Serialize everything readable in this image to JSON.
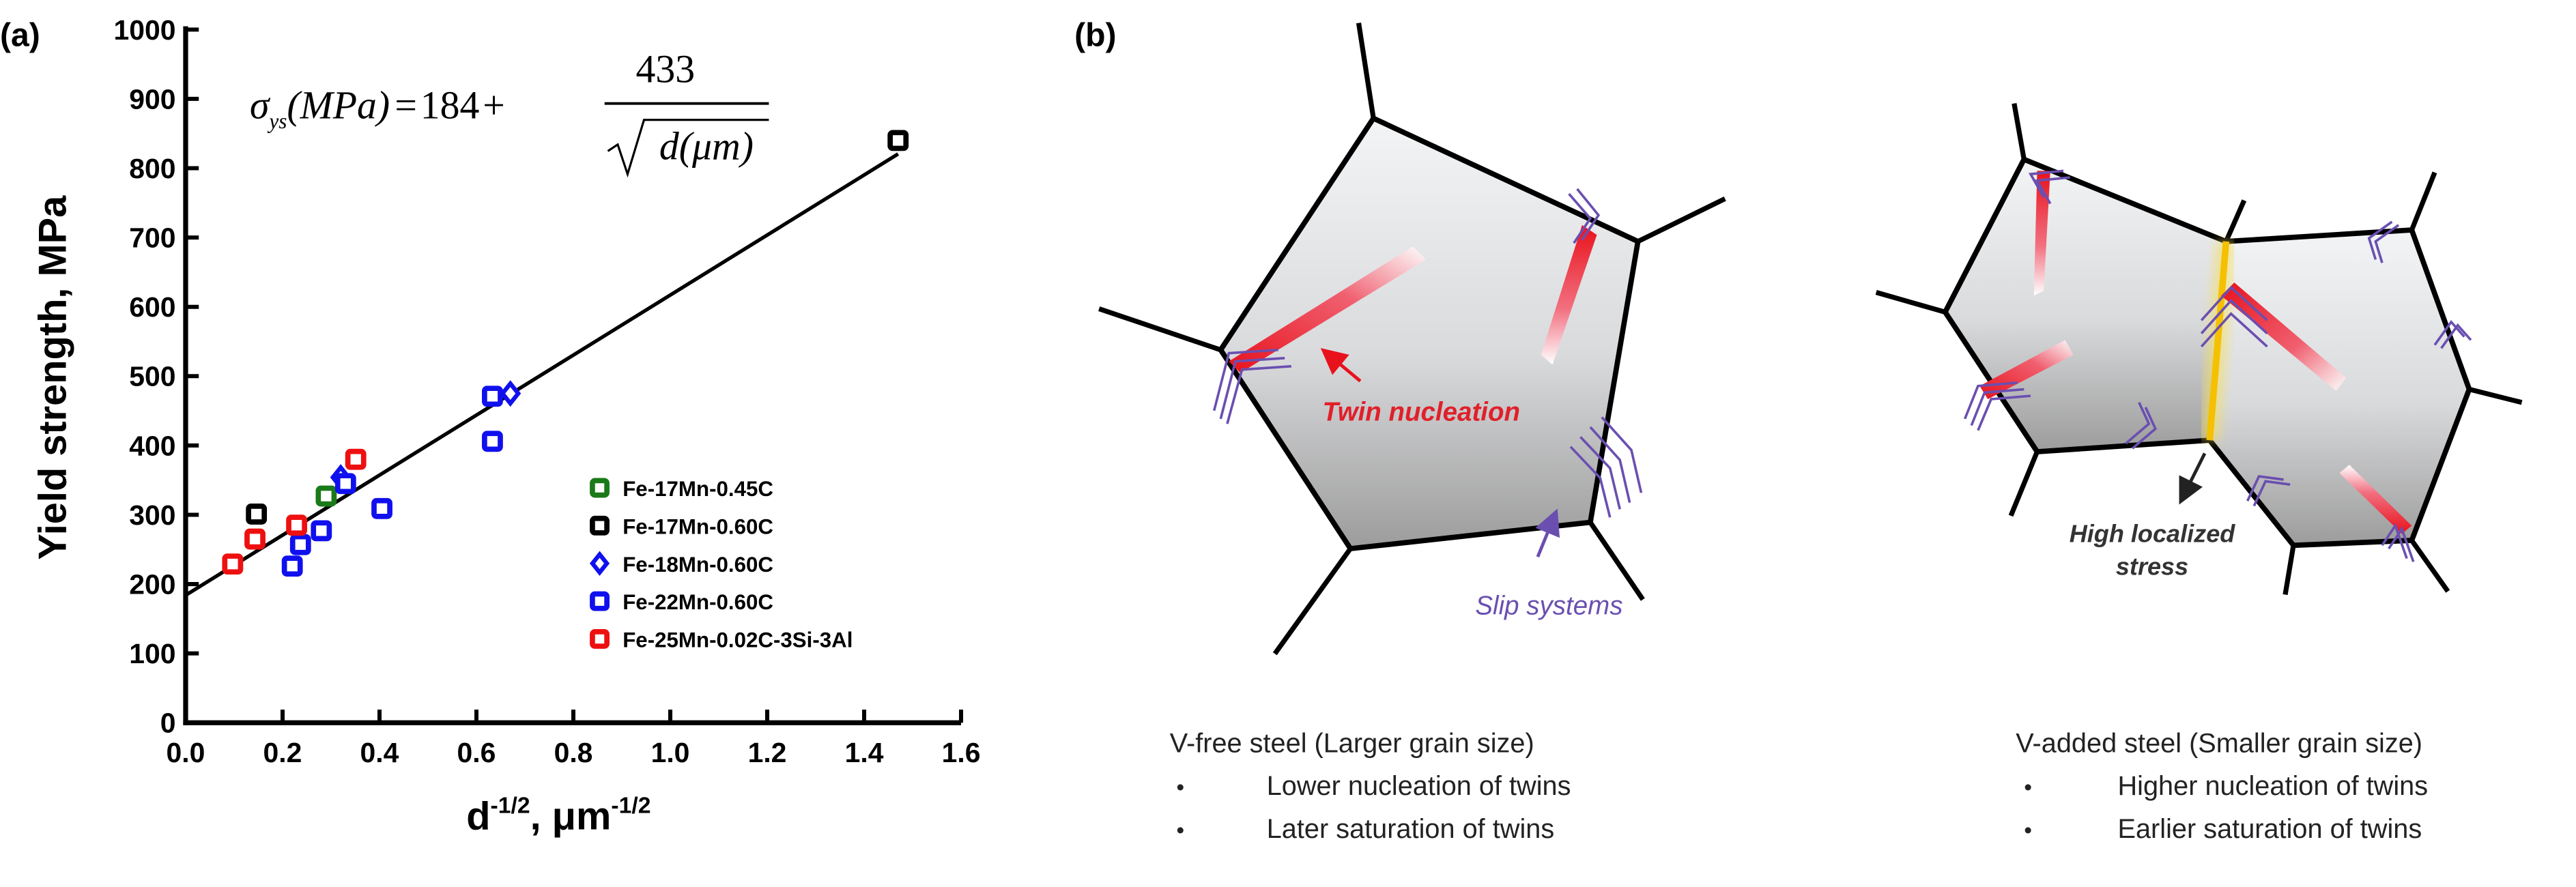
{
  "panel_a": {
    "label": "(a)",
    "equation": {
      "lhs_symbol": "σ",
      "lhs_subscript": "ys",
      "lhs_unit": "(MPa)",
      "equals": "=",
      "constant": "184",
      "plus": "+",
      "numerator": "433",
      "denominator": "d(μm)"
    }
  },
  "chart_data": {
    "type": "scatter",
    "title": "",
    "xlabel": "d",
    "xlabel_sup": "-1/2",
    "xlabel_unit": ", μm",
    "xlabel_unit_sup": "-1/2",
    "ylabel": "Yield strength, MPa",
    "xlim": [
      0.0,
      1.6
    ],
    "ylim": [
      0,
      1000
    ],
    "x_ticks": [
      "0.0",
      "0.2",
      "0.4",
      "0.6",
      "0.8",
      "1.0",
      "1.2",
      "1.4",
      "1.6"
    ],
    "y_ticks": [
      "0",
      "100",
      "200",
      "300",
      "400",
      "500",
      "600",
      "700",
      "800",
      "900",
      "1000"
    ],
    "grid": false,
    "legend_position": "lower-right",
    "fit_line": {
      "intercept": 184,
      "slope": 433,
      "x_range": [
        0.0,
        1.47
      ]
    },
    "series": [
      {
        "name": "Fe-17Mn-0.45C",
        "marker": "square",
        "color": "#1a7a1a",
        "points": [
          [
            0.29,
            327
          ]
        ]
      },
      {
        "name": "Fe-17Mn-0.60C",
        "marker": "square",
        "color": "#000000",
        "points": [
          [
            0.146,
            301
          ],
          [
            1.47,
            840
          ]
        ]
      },
      {
        "name": "Fe-18Mn-0.60C",
        "marker": "diamond",
        "color": "#1010ee",
        "points": [
          [
            0.32,
            354
          ],
          [
            0.67,
            475
          ]
        ]
      },
      {
        "name": "Fe-22Mn-0.60C",
        "marker": "square",
        "color": "#1010ee",
        "points": [
          [
            0.22,
            226
          ],
          [
            0.237,
            257
          ],
          [
            0.28,
            277
          ],
          [
            0.33,
            345
          ],
          [
            0.405,
            309
          ],
          [
            0.633,
            406
          ],
          [
            0.633,
            471
          ]
        ]
      },
      {
        "name": "Fe-25Mn-0.02C-3Si-3Al",
        "marker": "square",
        "color": "#ee1010",
        "points": [
          [
            0.097,
            229
          ],
          [
            0.143,
            265
          ],
          [
            0.229,
            285
          ],
          [
            0.351,
            380
          ]
        ]
      }
    ]
  },
  "panel_b": {
    "label": "(b)",
    "annotations": {
      "twin_nucleation": "Twin nucleation",
      "slip_systems": "Slip systems",
      "high_localized_stress_line1": "High localized",
      "high_localized_stress_line2": "stress"
    },
    "left_caption": {
      "title": "V-free steel (Larger grain size)",
      "bullets": [
        "Lower nucleation of twins",
        "Later saturation of twins"
      ]
    },
    "right_caption": {
      "title": "V-added steel (Smaller grain size)",
      "bullets": [
        "Higher nucleation of twins",
        "Earlier saturation of twins"
      ]
    },
    "colors": {
      "twin": "#e8121c",
      "slip": "#6a4fb0",
      "boundary_highlight": "#f5c000",
      "grain_fill": "#c8c8c8"
    }
  }
}
